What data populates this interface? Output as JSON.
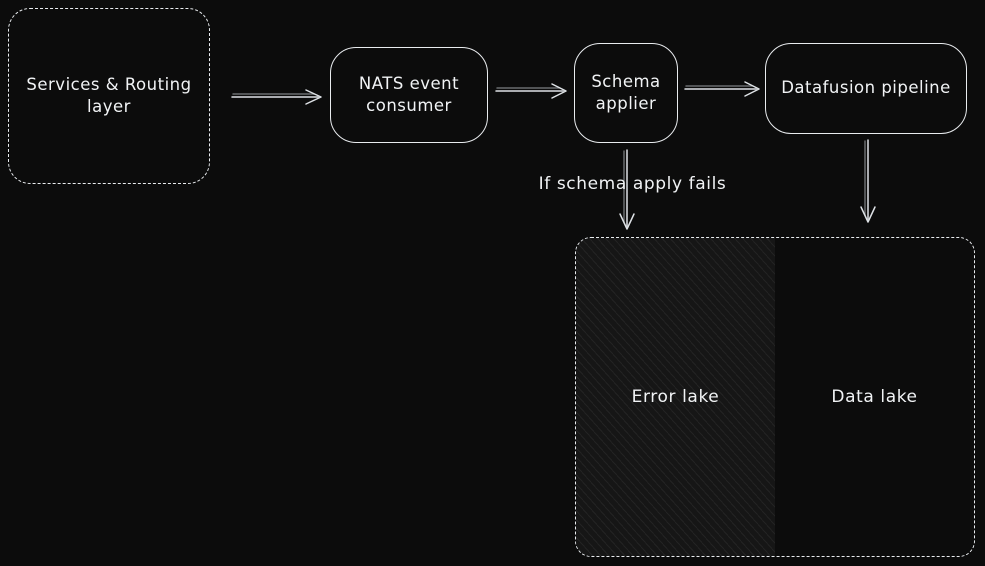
{
  "diagram": {
    "nodes": {
      "services": {
        "line1": "Services & Routing",
        "line2": "layer"
      },
      "nats": {
        "line1": "NATS event",
        "line2": "consumer"
      },
      "schema": {
        "line1": "Schema",
        "line2": "applier"
      },
      "datafusion": {
        "line1": "Datafusion pipeline"
      },
      "error_lake": {
        "label": "Error lake"
      },
      "data_lake": {
        "label": "Data lake"
      }
    },
    "edges": {
      "fail_label": "If schema apply fails"
    },
    "colors": {
      "background": "#0c0c0c",
      "stroke": "#e9ecef",
      "text": "#f1f3f5"
    }
  }
}
